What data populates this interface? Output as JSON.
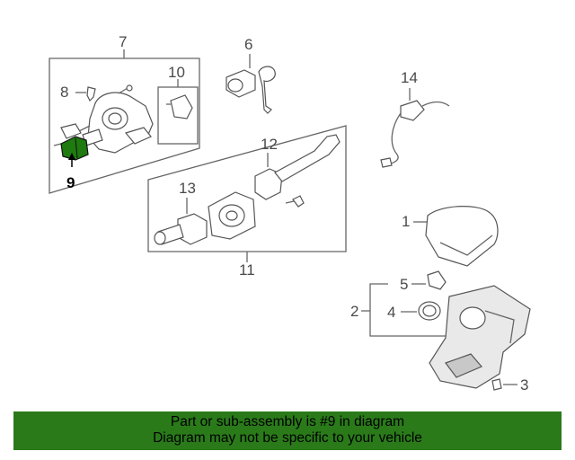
{
  "diagram": {
    "highlight_color": "#1f7a10",
    "callouts": {
      "c1": "1",
      "c2": "2",
      "c3": "3",
      "c4": "4",
      "c5": "5",
      "c6": "6",
      "c7": "7",
      "c8": "8",
      "c9": "9",
      "c10": "10",
      "c11": "11",
      "c12": "12",
      "c13": "13",
      "c14": "14"
    },
    "highlighted_part": "9"
  },
  "banner": {
    "background": "#2a7a1a",
    "line1": "Part or sub-assembly is #9 in diagram",
    "line2": "Diagram may not be specific to your vehicle"
  }
}
